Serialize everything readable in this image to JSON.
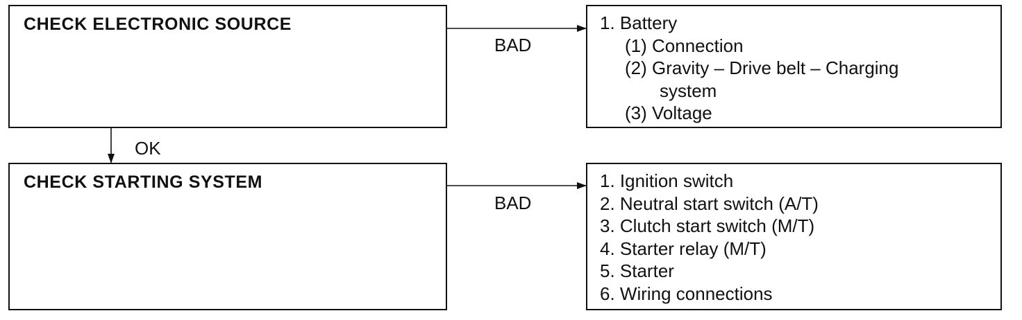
{
  "flow": {
    "step1": {
      "title": "CHECK ELECTRONIC SOURCE",
      "bad_label": "BAD",
      "remedies": [
        "1. Battery",
        "(1) Connection",
        "(2) Gravity – Drive belt – Charging",
        "system",
        "(3) Voltage"
      ]
    },
    "ok_label": "OK",
    "step2": {
      "title": "CHECK STARTING SYSTEM",
      "bad_label": "BAD",
      "remedies": [
        "1. Ignition switch",
        "2. Neutral start switch (A/T)",
        "3. Clutch start switch (M/T)",
        "4. Starter relay (M/T)",
        "5. Starter",
        "6. Wiring connections"
      ]
    }
  }
}
